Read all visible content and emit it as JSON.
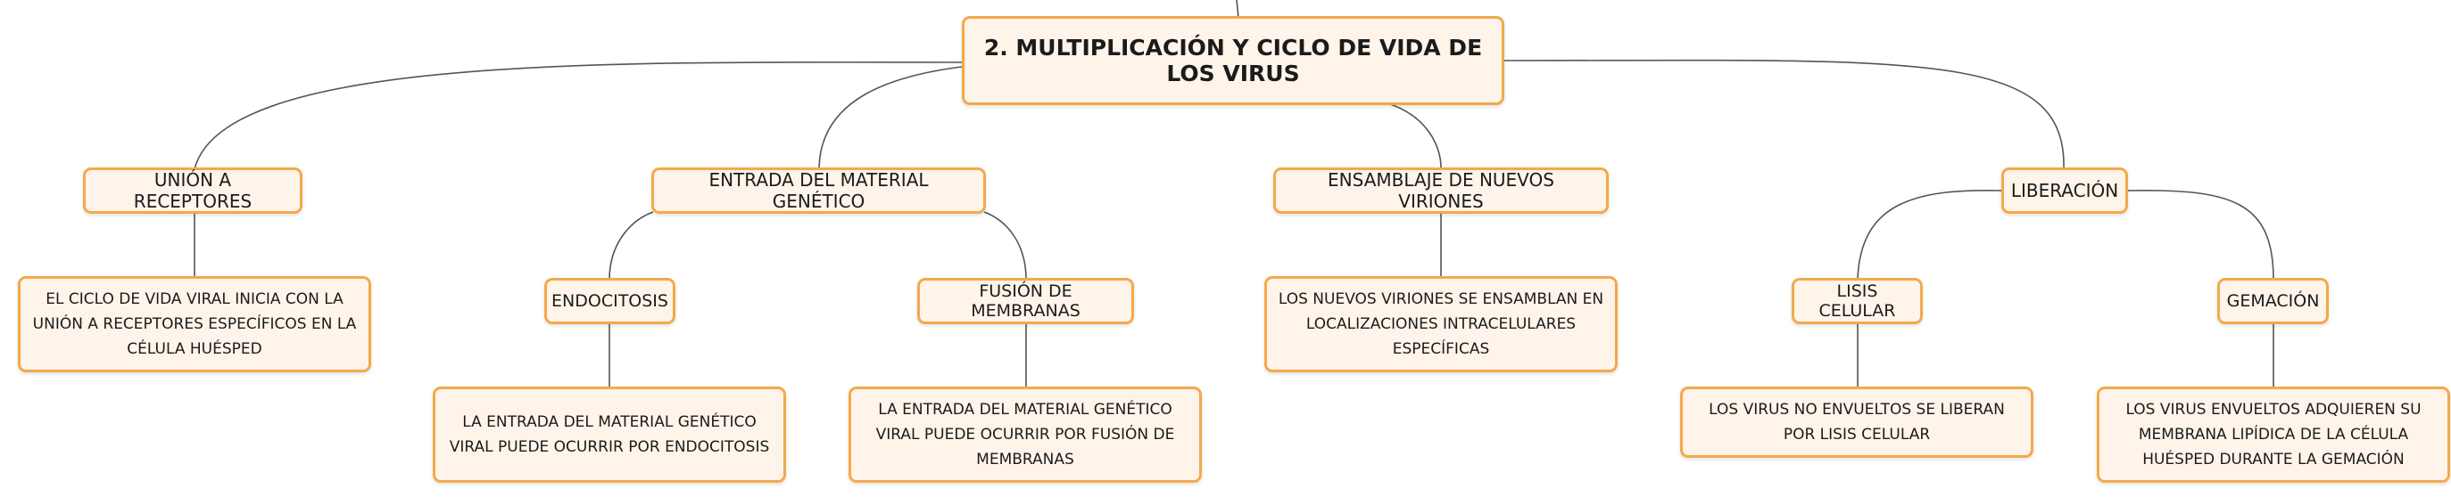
{
  "diagram": {
    "root": "2. MULTIPLICACIÓN Y CICLO DE VIDA DE LOS VIRUS",
    "branches": {
      "union": {
        "label": "UNIÓN A RECEPTORES",
        "detail": "EL CICLO DE VIDA VIRAL INICIA CON LA UNIÓN A RECEPTORES ESPECÍFICOS EN LA CÉLULA HUÉSPED"
      },
      "entrada": {
        "label": "ENTRADA DEL MATERIAL GENÉTICO",
        "endocitosis": {
          "label": "ENDOCITOSIS",
          "detail": "LA ENTRADA DEL MATERIAL GENÉTICO VIRAL PUEDE OCURRIR POR ENDOCITOSIS"
        },
        "fusion": {
          "label": "FUSIÓN DE MEMBRANAS",
          "detail": "LA ENTRADA DEL MATERIAL GENÉTICO VIRAL PUEDE OCURRIR POR FUSIÓN DE MEMBRANAS"
        }
      },
      "ensamblaje": {
        "label": "ENSAMBLAJE DE NUEVOS VIRIONES",
        "detail": "LOS NUEVOS VIRIONES SE ENSAMBLAN EN LOCALIZACIONES INTRACELULARES ESPECÍFICAS"
      },
      "liberacion": {
        "label": "LIBERACIÓN",
        "lisis": {
          "label": "LISIS CELULAR",
          "detail": "LOS VIRUS NO ENVUELTOS SE LIBERAN POR LISIS CELULAR"
        },
        "gemacion": {
          "label": "GEMACIÓN",
          "detail": "LOS VIRUS ENVUELTOS ADQUIEREN SU MEMBRANA LIPÍDICA DE LA CÉLULA HUÉSPED DURANTE LA GEMACIÓN"
        }
      }
    },
    "colors": {
      "node_fill": "#fef4ea",
      "node_border": "#f5a84b",
      "connector": "#555555",
      "text": "#1b1b1b"
    }
  }
}
